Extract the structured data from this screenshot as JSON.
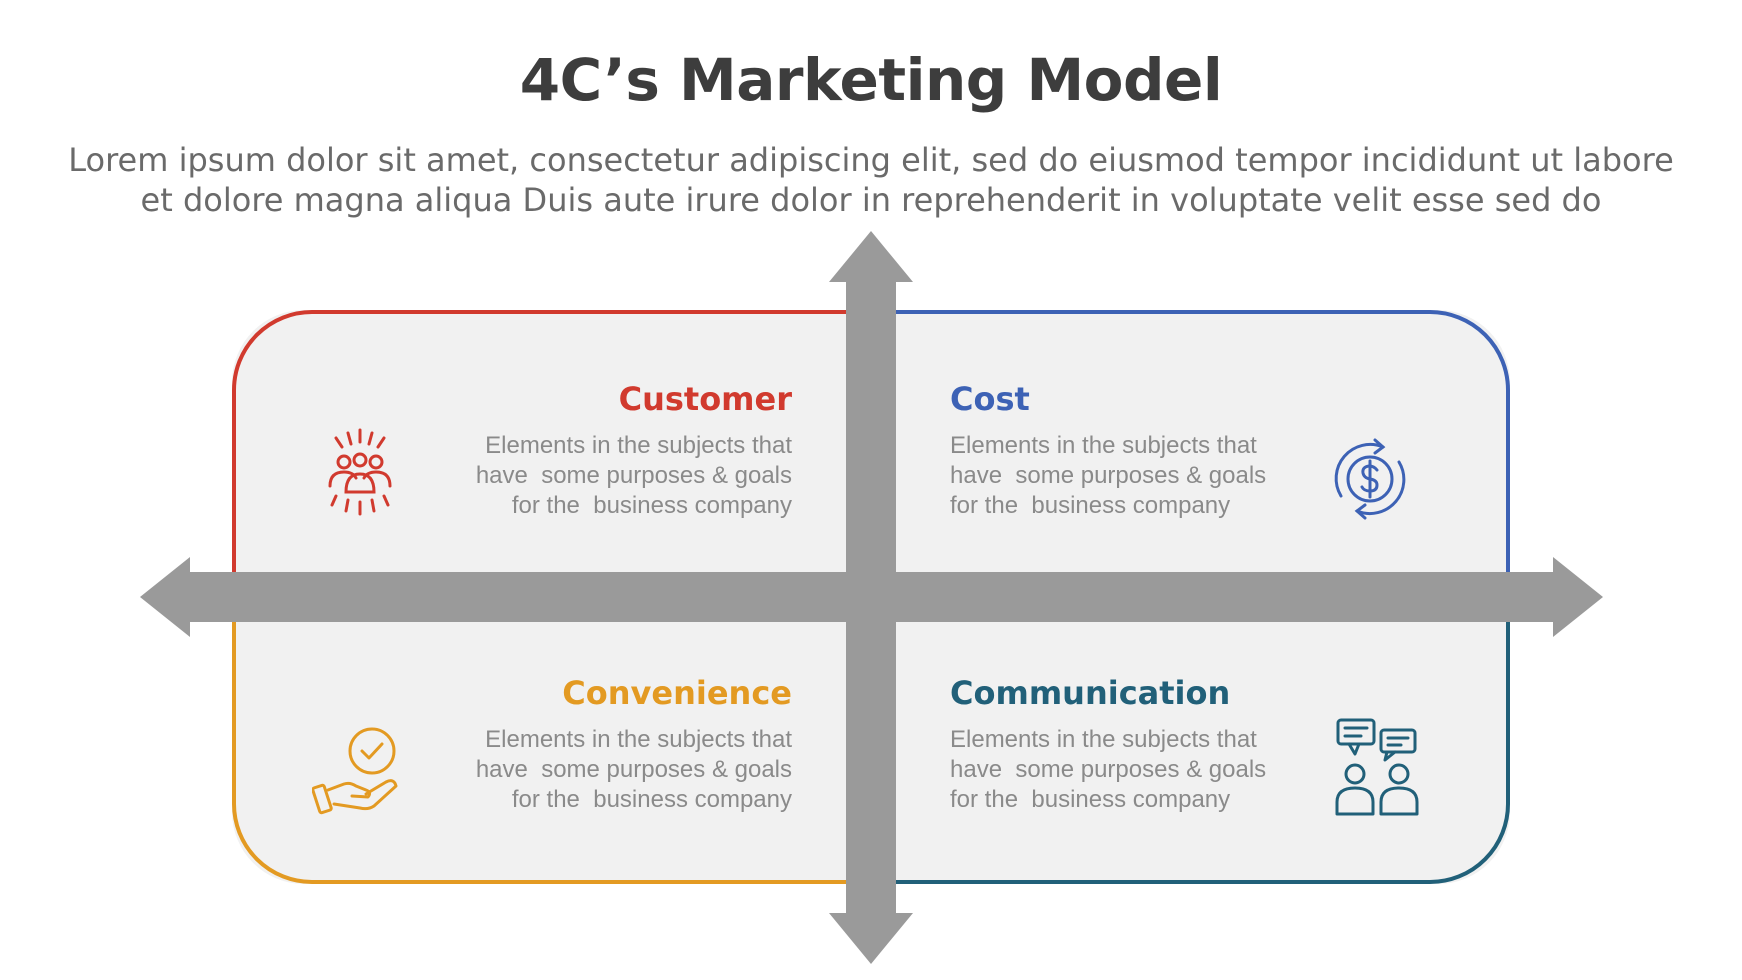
{
  "header": {
    "title": "4C’s Marketing Model",
    "subtitle_lines": [
      "Lorem ipsum dolor sit amet, consectetur adipiscing elit, sed do eiusmod tempor incididunt ut labore",
      "et dolore magna aliqua Duis aute irure dolor in reprehenderit in voluptate velit esse sed do"
    ]
  },
  "quadrants": [
    {
      "id": "customer",
      "title": "Customer",
      "color": "#d13a2e",
      "icon": "people-icon",
      "lines": [
        "Elements in the subjects that",
        "have  some purposes & goals",
        "for the  business company"
      ]
    },
    {
      "id": "cost",
      "title": "Cost",
      "color": "#3d62b5",
      "icon": "dollar-cycle-icon",
      "lines": [
        "Elements in the subjects that",
        "have  some purposes & goals",
        "for the  business company"
      ]
    },
    {
      "id": "convenience",
      "title": "Convenience",
      "color": "#e39a22",
      "icon": "hand-check-icon",
      "lines": [
        "Elements in the subjects that",
        "have  some purposes & goals",
        "for the  business company"
      ]
    },
    {
      "id": "communication",
      "title": "Communication",
      "color": "#216079",
      "icon": "chat-people-icon",
      "lines": [
        "Elements in the subjects that",
        "have  some purposes & goals",
        "for the  business company"
      ]
    }
  ],
  "colors": {
    "panel": "#f1f1f1",
    "arrow": "#9a9a9a"
  }
}
